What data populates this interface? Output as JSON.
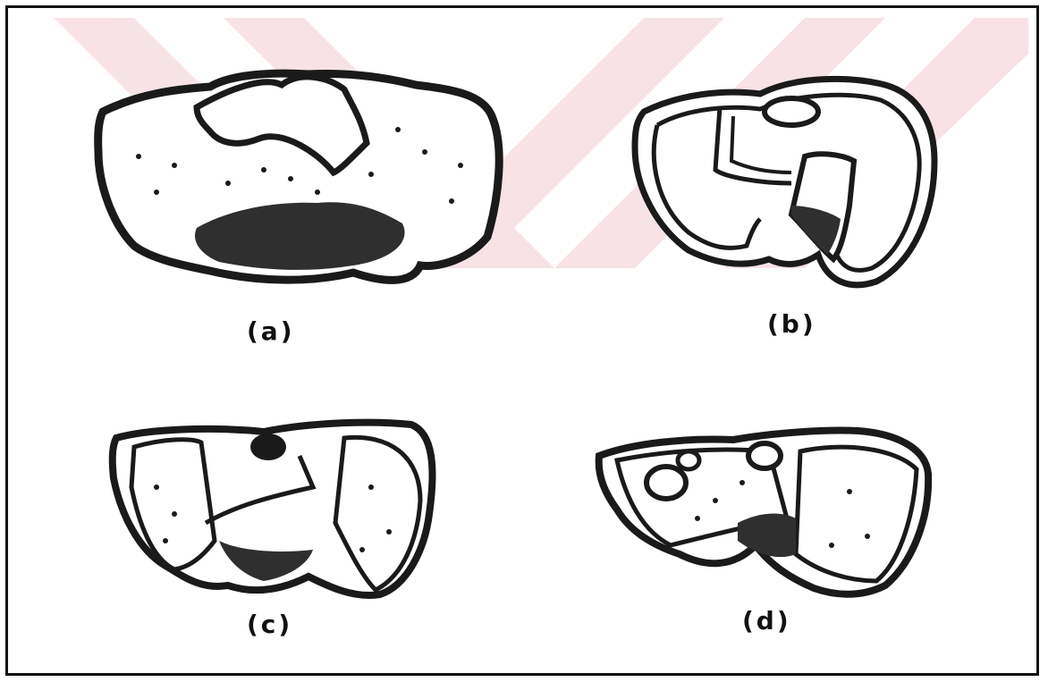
{
  "colors": {
    "ink": "#1a1a1a",
    "shade": "#3a3a3a",
    "watermark": "#f7dfe3",
    "background": "#ffffff"
  },
  "panels": {
    "a": {
      "label": "(a)"
    },
    "b": {
      "label": "(b)"
    },
    "c": {
      "label": "(c)"
    },
    "d": {
      "label": "(d)"
    }
  }
}
